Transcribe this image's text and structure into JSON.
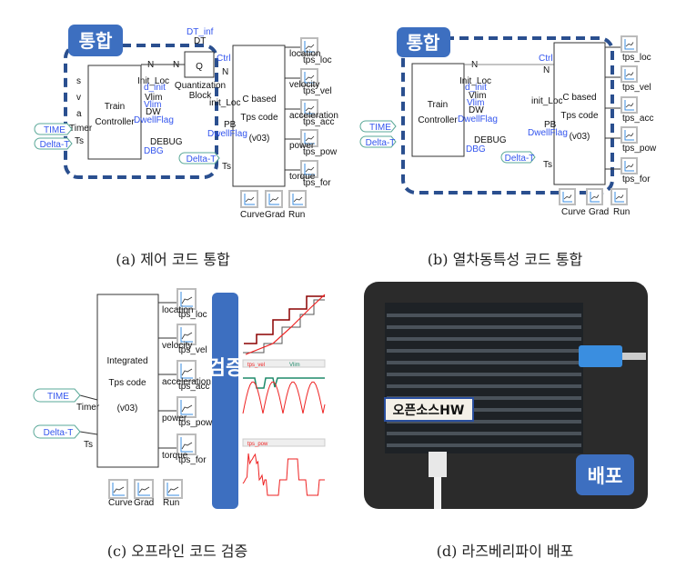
{
  "colors": {
    "badge": "#3d6fc0",
    "dashed": "#2a4f8f",
    "signal": "#2255ee",
    "pill": "#5aa898",
    "chart_red": "#ee2222",
    "chart_green": "#1f8a6a"
  },
  "panel_a": {
    "badge": "통합",
    "train_controller": [
      "Train",
      "Controller"
    ],
    "controller_inputs": [
      "s",
      "v",
      "a",
      "Timer",
      "Ts"
    ],
    "controller_outputs": [
      "N",
      "Init_Loc",
      "Vlim",
      "DW",
      "DEBUG"
    ],
    "output_signals": [
      "d_init",
      "Vlim",
      "DwellFlag",
      "DBG"
    ],
    "quant": {
      "symbol": "Q",
      "label": [
        "Quantization",
        "Block"
      ],
      "input": "N",
      "top": "DT",
      "top_signal": "DT_inf"
    },
    "c_block": [
      "C based",
      "Tps code",
      "(v03)"
    ],
    "c_inputs": [
      "Ctrl",
      "N",
      "init_Loc",
      "PB",
      "DwellFlag",
      "Ts"
    ],
    "c_outputs": [
      "location",
      "velocity",
      "acceleration",
      "power",
      "torque"
    ],
    "scopes": [
      "tps_loc",
      "tps_vel",
      "tps_acc",
      "tps_pow",
      "tps_for"
    ],
    "bottom_scopes": [
      "Curve",
      "Grad",
      "Run"
    ],
    "pills": [
      "TIME",
      "Delta-T",
      "Delta-T"
    ]
  },
  "panel_b": {
    "badge": "통합",
    "train_controller": [
      "Train",
      "Controller"
    ],
    "controller_outputs": [
      "N",
      "Init_Loc",
      "Vlim",
      "DW",
      "DEBUG"
    ],
    "output_signals": [
      "d_init",
      "Vlim",
      "DwellFlag",
      "DBG"
    ],
    "c_block": [
      "C based",
      "Tps code",
      "(v03)"
    ],
    "c_inputs": [
      "Ctrl",
      "N",
      "init_Loc",
      "PB",
      "DwellFlag",
      "Ts"
    ],
    "scopes": [
      "tps_loc",
      "tps_vel",
      "tps_acc",
      "tps_pow",
      "tps_for"
    ],
    "bottom_scopes": [
      "Curve",
      "Grad",
      "Run"
    ],
    "pills": [
      "TIME",
      "Delta-T",
      "Delta-T"
    ]
  },
  "panel_c": {
    "block": [
      "Integrated",
      "Tps code",
      "(v03)"
    ],
    "inputs": [
      "Timer",
      "Ts"
    ],
    "outputs": [
      "location",
      "velocity",
      "acceleration",
      "power",
      "torque"
    ],
    "scopes": [
      "tps_loc",
      "tps_vel",
      "tps_acc",
      "tps_pow",
      "tps_for"
    ],
    "bottom_scopes": [
      "Curve",
      "Grad",
      "Run"
    ],
    "pills": [
      "TIME",
      "Delta-T"
    ],
    "badge": "검증",
    "chart_legends": [
      "tps_vel",
      "Vlim",
      "tps_pow"
    ]
  },
  "panel_d": {
    "label": "오픈소스HW",
    "badge": "배포"
  },
  "captions": {
    "a": "(a) 제어 코드 통합",
    "b": "(b) 열차동특성 코드 통합",
    "c": "(c) 오프라인 코드 검증",
    "d": "(d) 라즈베리파이 배포"
  }
}
